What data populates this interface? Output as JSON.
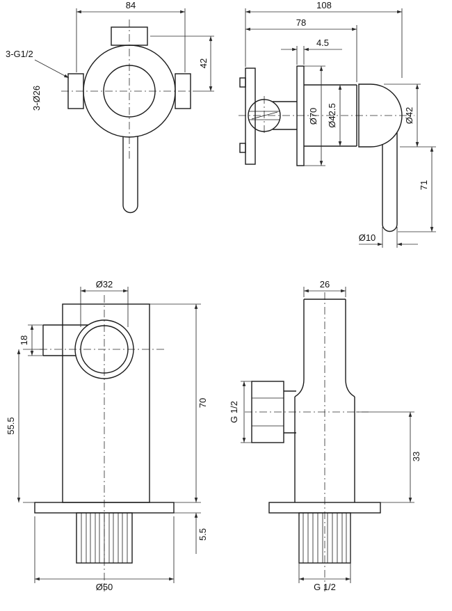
{
  "style": {
    "ink": "#1b1b1b",
    "background": "#ffffff"
  },
  "views": {
    "valve_front": {
      "dim_width": "84",
      "dim_port_offset": "42",
      "label_thread_ports": "3-G1/2",
      "label_port_bore": "3-Ø26"
    },
    "valve_side": {
      "dim_overall_depth": "108",
      "dim_body_depth": "78",
      "dim_plate_thickness": "4.5",
      "dim_flange_dia": "Ø70",
      "dim_body_dia": "Ø42.5",
      "dim_knob_dia": "Ø42",
      "dim_lever_length": "71",
      "dim_lever_dia": "Ø10"
    },
    "holder_front": {
      "dim_ring_dia": "Ø32",
      "dim_arm_bore": "18",
      "dim_axis_to_base": "55.5",
      "dim_overall_height": "70",
      "dim_base_plate_thickness": "5.5",
      "dim_base_dia": "Ø50"
    },
    "holder_side": {
      "dim_top_width": "26",
      "dim_side_thread": "G 1/2",
      "dim_outlet_to_base": "33",
      "dim_base_thread": "G 1/2"
    }
  }
}
